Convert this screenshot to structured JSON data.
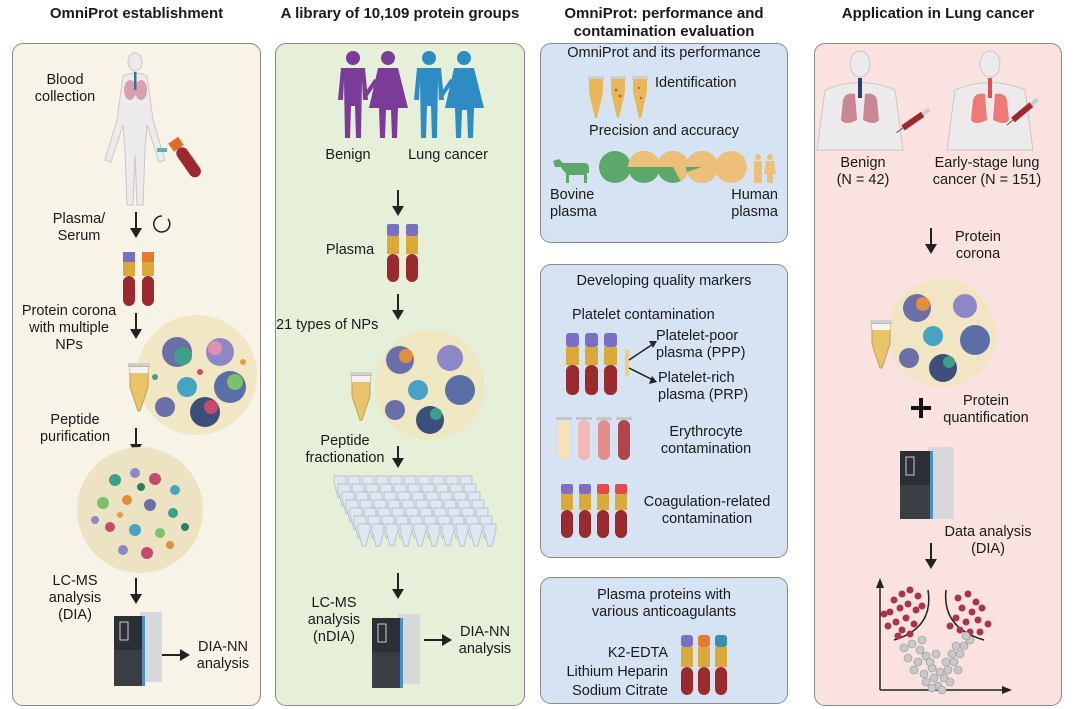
{
  "columns": [
    {
      "title": "OmniProt establishment",
      "steps": {
        "blood": [
          "Blood",
          "collection"
        ],
        "plasma": [
          "Plasma/",
          "Serum"
        ],
        "corona": [
          "Protein corona",
          "with multiple",
          "NPs"
        ],
        "peptide": [
          "Peptide",
          "purification"
        ],
        "lcms": [
          "LC-MS",
          "analysis",
          "(DIA)"
        ],
        "dia": [
          "DIA-NN",
          "analysis"
        ]
      }
    },
    {
      "title": "A library of 10,109 protein groups",
      "steps": {
        "benign": "Benign",
        "cancer": "Lung cancer",
        "plasma": "Plasma",
        "nps": "21 types of NPs",
        "frac": [
          "Peptide",
          "fractionation"
        ],
        "lcms": [
          "LC-MS",
          "analysis",
          "(nDIA)"
        ],
        "dia": [
          "DIA-NN",
          "analysis"
        ]
      }
    },
    {
      "title": [
        "OmniProt: performance and",
        "contamination evaluation"
      ],
      "box1": {
        "heading": "OmniProt and its performance",
        "identification": "Identification",
        "precision": "Precision and accuracy",
        "bovine": [
          "Bovine",
          "plasma"
        ],
        "human": [
          "Human",
          "plasma"
        ],
        "human_fraction_series": [
          0,
          0.5,
          0.67,
          0.95,
          1.0
        ]
      },
      "box2": {
        "heading": "Developing quality markers",
        "platelet": "Platelet contamination",
        "ppp": [
          "Platelet-poor",
          "plasma (PPP)"
        ],
        "prp": [
          "Platelet-rich",
          "plasma (PRP)"
        ],
        "erythro": [
          "Erythrocyte",
          "contamination"
        ],
        "coag": [
          "Coagulation-related",
          "contamination"
        ]
      },
      "box3": {
        "heading": [
          "Plasma proteins with",
          "various anticoagulants"
        ],
        "anticoagulants": [
          "K2-EDTA",
          "Lithium Heparin",
          "Sodium Citrate"
        ]
      }
    },
    {
      "title": "Application in Lung cancer",
      "steps": {
        "benign": [
          "Benign",
          "(N = 42)"
        ],
        "cancer": [
          "Early-stage lung",
          "cancer (N = 151)"
        ],
        "corona": [
          "Protein",
          "corona"
        ],
        "quant": [
          "Protein",
          "quantification"
        ],
        "data": [
          "Data analysis",
          "(DIA)"
        ]
      }
    }
  ],
  "colors": {
    "panel1": "#f7f3e6",
    "panel2": "#e6f0d8",
    "panel3": "#d5e3f3",
    "panel4": "#f9e2df",
    "benign_people": "#7b3b98",
    "cancer_people": "#2e8bc4",
    "blood": "#9b2a2f",
    "plasma": "#d9a93a",
    "cap_purple": "#7b6fc4",
    "cap_orange": "#e67a2e",
    "cap_teal": "#3b8fb0",
    "cap_red": "#e5474a",
    "bovine_green": "#5ca86a",
    "human_tan": "#eebf79"
  }
}
